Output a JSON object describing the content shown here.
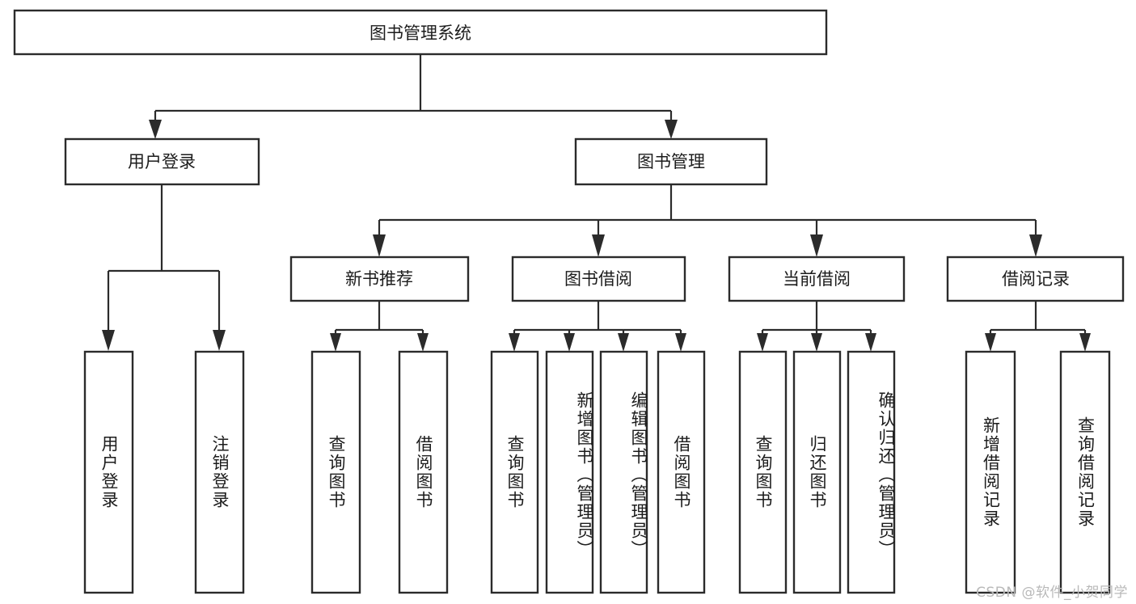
{
  "diagram": {
    "title": "图书管理系统",
    "type": "tree-hierarchy",
    "root": {
      "label": "图书管理系统"
    },
    "level2": [
      {
        "label": "用户登录"
      },
      {
        "label": "图书管理"
      }
    ],
    "level3": [
      {
        "label": "新书推荐"
      },
      {
        "label": "图书借阅"
      },
      {
        "label": "当前借阅"
      },
      {
        "label": "借阅记录"
      }
    ],
    "leaves": {
      "user_login": [
        {
          "label": "用户登录"
        },
        {
          "label": "注销登录"
        }
      ],
      "new_book_recommend": [
        {
          "label": "查询图书"
        },
        {
          "label": "借阅图书"
        }
      ],
      "book_borrow": [
        {
          "label": "查询图书"
        },
        {
          "label": "新增图书（管理员）"
        },
        {
          "label": "编辑图书（管理员）"
        },
        {
          "label": "借阅图书"
        }
      ],
      "current_borrow": [
        {
          "label": "查询图书"
        },
        {
          "label": "归还图书"
        },
        {
          "label": "确认归还（管理员）"
        }
      ],
      "borrow_record": [
        {
          "label": "新增借阅记录"
        },
        {
          "label": "查询借阅记录"
        }
      ]
    },
    "watermark": "CSDN @软件_小贺同学",
    "colors": {
      "stroke": "#2b2b2b",
      "fill": "#ffffff",
      "text": "#1c1c1c",
      "watermark": "#b9b9b9"
    }
  }
}
